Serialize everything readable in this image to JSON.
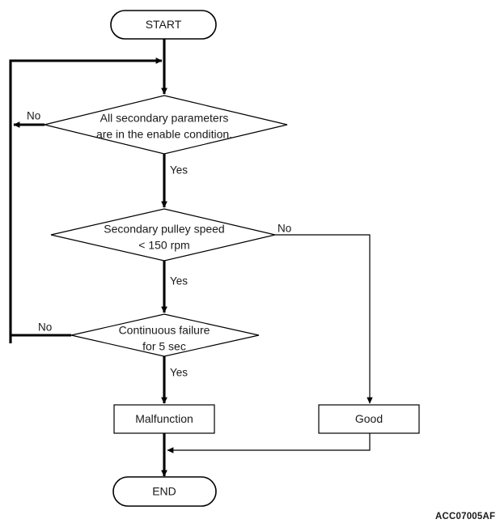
{
  "diagram": {
    "title_code": "ACC07005AF",
    "nodes": {
      "start": {
        "label": "START",
        "shape": "terminator"
      },
      "decision1": {
        "line1": "All secondary parameters",
        "line2": "are in the enable condition.",
        "shape": "decision"
      },
      "decision2": {
        "line1": "Secondary pulley speed",
        "line2": "< 150 rpm",
        "shape": "decision"
      },
      "decision3": {
        "line1": "Continuous failure",
        "line2": "for 5 sec",
        "shape": "decision"
      },
      "malfunction": {
        "label": "Malfunction",
        "shape": "process"
      },
      "good": {
        "label": "Good",
        "shape": "process"
      },
      "end": {
        "label": "END",
        "shape": "terminator"
      }
    },
    "edge_labels": {
      "d1_no": "No",
      "d1_yes": "Yes",
      "d2_no": "No",
      "d2_yes": "Yes",
      "d3_no": "No",
      "d3_yes": "Yes"
    },
    "colors": {
      "stroke": "#000000",
      "text": "#1a1a1a",
      "background": "#ffffff"
    }
  }
}
